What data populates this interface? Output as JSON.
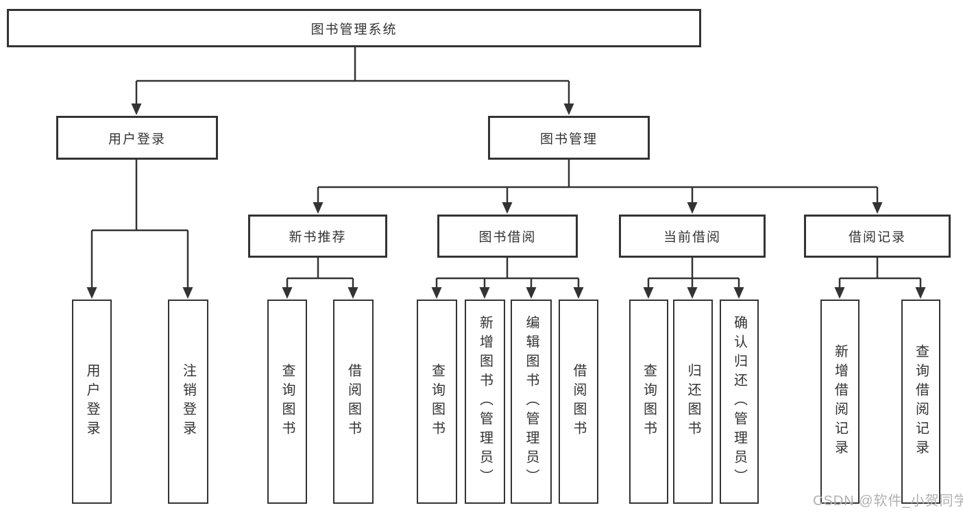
{
  "tree": {
    "root": {
      "label": "图书管理系统",
      "children": [
        {
          "label": "用户登录",
          "children": [
            {
              "label": "用户登录"
            },
            {
              "label": "注销登录"
            }
          ]
        },
        {
          "label": "图书管理",
          "children": [
            {
              "label": "新书推荐",
              "children": [
                {
                  "label": "查询图书"
                },
                {
                  "label": "借阅图书"
                }
              ]
            },
            {
              "label": "图书借阅",
              "children": [
                {
                  "label": "查询图书"
                },
                {
                  "label": "新增图书（管理员）"
                },
                {
                  "label": "编辑图书（管理员）"
                },
                {
                  "label": "借阅图书"
                }
              ]
            },
            {
              "label": "当前借阅",
              "children": [
                {
                  "label": "查询图书"
                },
                {
                  "label": "归还图书"
                },
                {
                  "label": "确认归还（管理员）"
                }
              ]
            },
            {
              "label": "借阅记录",
              "children": [
                {
                  "label": "新增借阅记录"
                },
                {
                  "label": "查询借阅记录"
                }
              ]
            }
          ]
        }
      ]
    }
  },
  "watermark": {
    "text": "CSDN @软件_小贺同学"
  },
  "colors": {
    "line": "#333333",
    "box_border": "#333333",
    "text": "#333333",
    "background": "#ffffff",
    "watermark": "#b0b0b0"
  }
}
